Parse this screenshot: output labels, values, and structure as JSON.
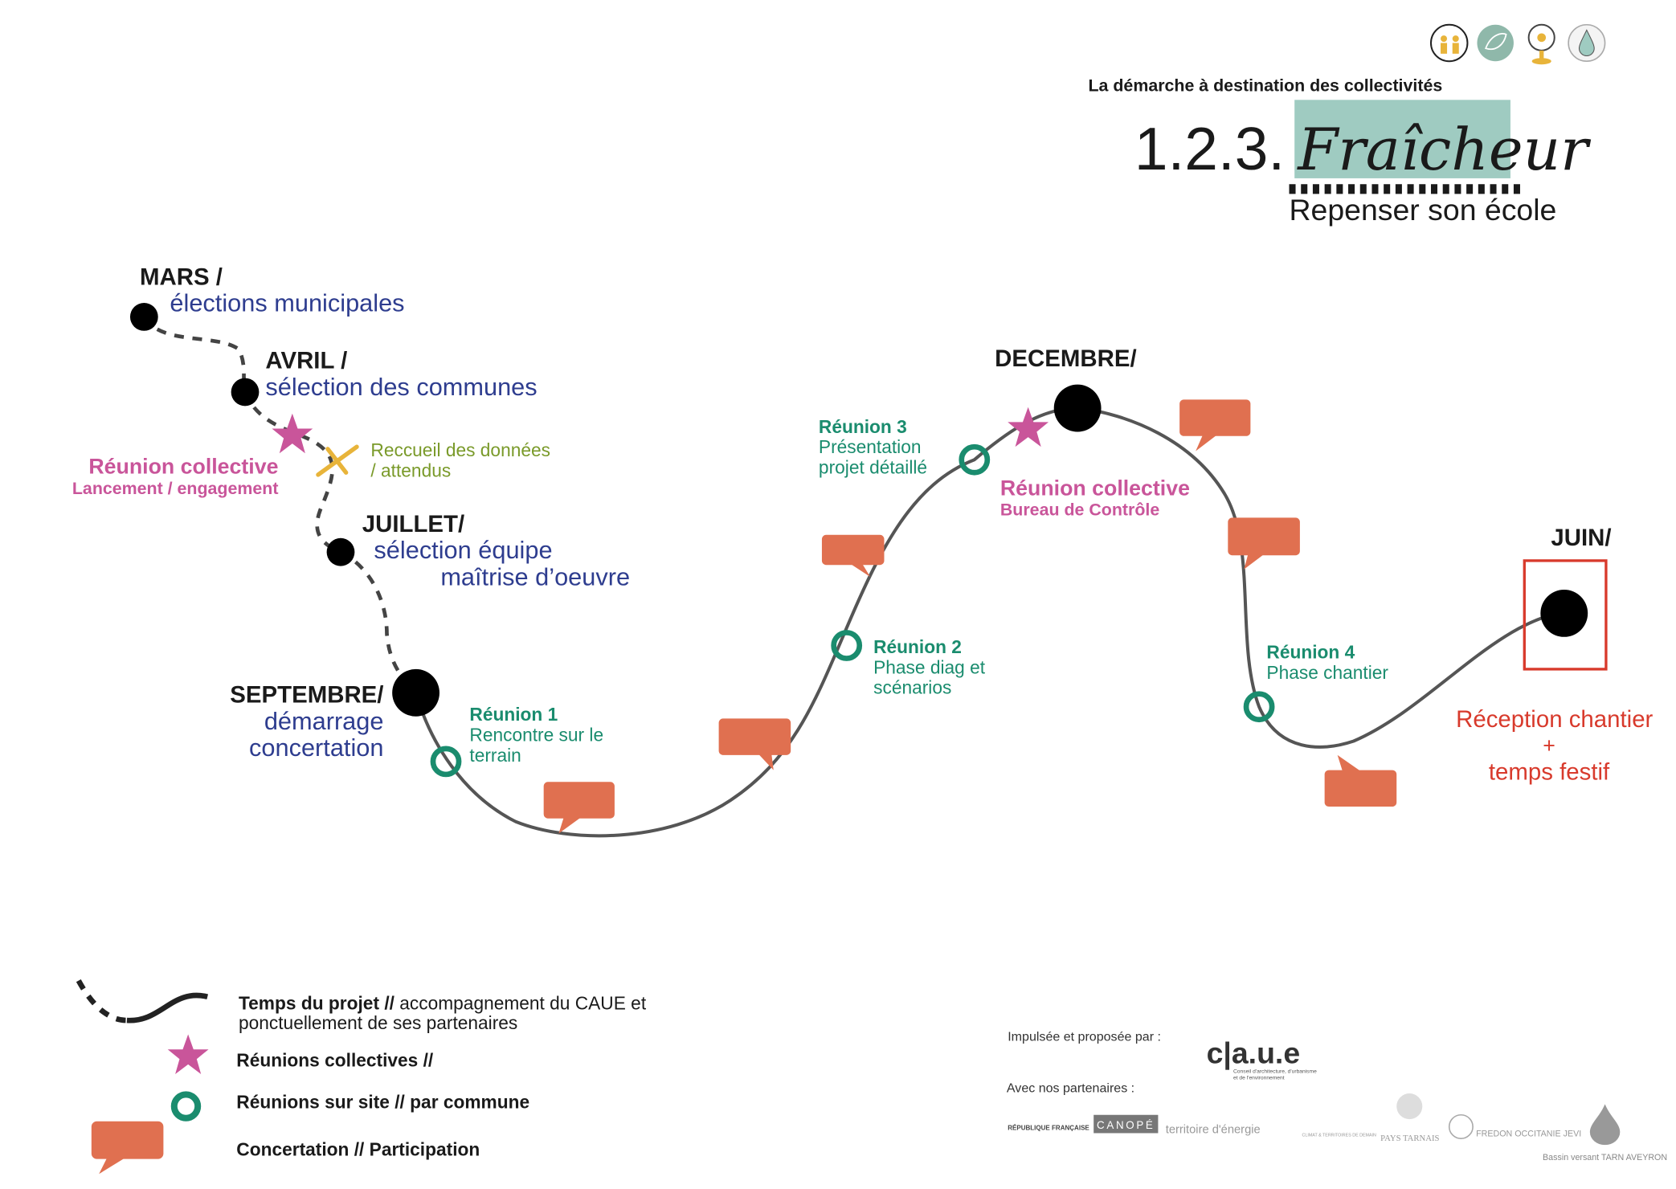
{
  "header": {
    "subtitle": "La démarche à destination des collectivités",
    "title_prefix": "1.2.3.",
    "title_main": "Fraîcheur",
    "tagline": "Repenser son école",
    "icons": [
      "family-icon",
      "leaf-icon",
      "fan-icon",
      "water-drop-icon"
    ]
  },
  "timeline": {
    "mars": {
      "month": "MARS /",
      "desc": "élections municipales"
    },
    "avril": {
      "month": "AVRIL /",
      "desc": "sélection des communes"
    },
    "reunion_lancement": {
      "title": "Réunion collective",
      "sub": "Lancement / engagement"
    },
    "recueil": {
      "line1": "Reccueil des données",
      "line2": "/ attendus"
    },
    "juillet": {
      "month": "JUILLET/",
      "desc1": "sélection équipe",
      "desc2": "maîtrise d’oeuvre"
    },
    "septembre": {
      "month": "SEPTEMBRE/",
      "desc1": "démarrage",
      "desc2": "concertation"
    },
    "reunion1": {
      "title": "Réunion 1",
      "line1": "Rencontre sur le",
      "line2": "terrain"
    },
    "reunion2": {
      "title": "Réunion 2",
      "line1": "Phase diag et",
      "line2": "scénarios"
    },
    "reunion3": {
      "title": "Réunion 3",
      "line1": "Présentation",
      "line2": "projet détaillé"
    },
    "decembre": {
      "month": "DECEMBRE/"
    },
    "reunion_bureau": {
      "title": "Réunion collective",
      "sub": "Bureau de Contrôle"
    },
    "reunion4": {
      "title": "Réunion 4",
      "line1": "Phase chantier"
    },
    "juin": {
      "month": "JUIN/",
      "line1": "Réception chantier",
      "line2": "+",
      "line3": "temps festif"
    }
  },
  "legend": {
    "project_bold": "Temps du projet  //",
    "project_rest": " accompagnement du CAUE et",
    "project_line2": "ponctuellement de ses partenaires",
    "collective": "Réunions collectives  //",
    "site": "Réunions sur site //  par commune",
    "concertation": "Concertation // Participation"
  },
  "footer": {
    "promoted_by": "Impulsée et proposée par :",
    "caue_logo": "c|a.u.e",
    "caue_sub1": "Conseil d'architecture, d'urbanisme",
    "caue_sub2": "et de l'environnement",
    "partners_label": "Avec nos partenaires :",
    "partners": [
      "RÉPUBLIQUE FRANÇAISE",
      "CANOPÉ",
      "territoire d'énergie",
      "CLIMAT & TERRITOIRES DE DEMAIN",
      "PAYS TARNAIS",
      "FREDON OCCITANIE JEVI",
      "Bassin versant TARN AVEYRON"
    ]
  },
  "colors": {
    "blue": "#2e3d8f",
    "pink": "#c9559a",
    "green": "#1a8c6e",
    "orange": "#e07050",
    "red": "#d83a2c",
    "yellow": "#e8b43a",
    "teal": "#9fcbc1"
  }
}
